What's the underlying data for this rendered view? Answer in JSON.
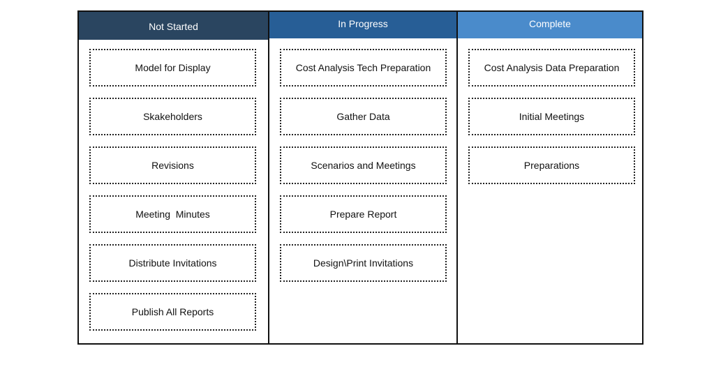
{
  "board": {
    "columns": [
      {
        "title": "Not Started",
        "header_color": "#2a4560",
        "cards": [
          "Model for Display",
          "Skakeholders",
          "Revisions",
          "Meeting  Minutes",
          "Distribute Invitations",
          "Publish All Reports"
        ]
      },
      {
        "title": "In Progress",
        "header_color": "#275e96",
        "cards": [
          "Cost Analysis Tech Preparation",
          "Gather Data",
          "Scenarios and Meetings",
          "Prepare Report",
          "Design\\Print Invitations"
        ]
      },
      {
        "title": "Complete",
        "header_color": "#4a8bcb",
        "cards": [
          "Cost Analysis Data Preparation",
          "Initial Meetings",
          "Preparations"
        ]
      }
    ]
  }
}
